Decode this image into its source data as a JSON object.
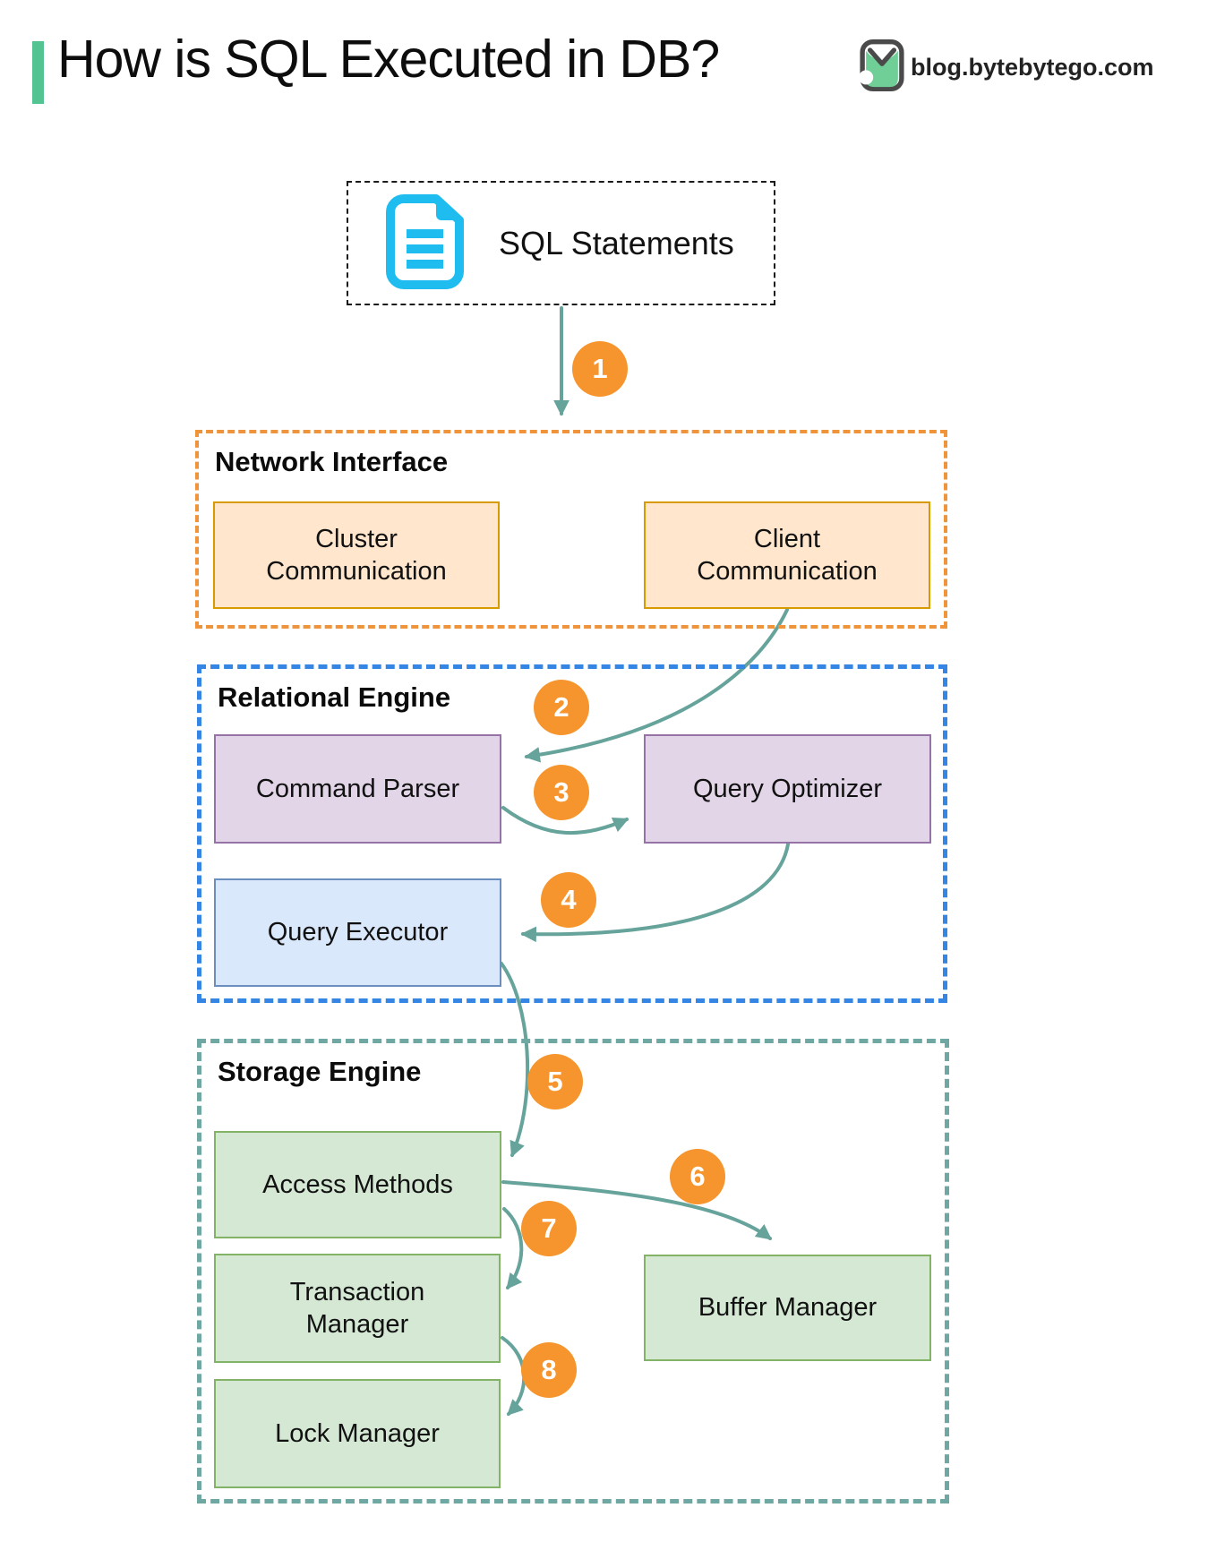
{
  "header": {
    "title": "How is SQL Executed in DB?",
    "accent_bar_color": "#54C392",
    "brand": {
      "icon": "bytebytego-logo-icon",
      "text": "blog.bytebytego.com"
    }
  },
  "diagram": {
    "source_box": {
      "icon": "sql-document-icon",
      "icon_color": "#1FBCF0",
      "label": "SQL Statements"
    },
    "arrow_color": "#66A39B",
    "step_badge_color": "#F6952D",
    "steps": [
      "1",
      "2",
      "3",
      "4",
      "5",
      "6",
      "7",
      "8"
    ],
    "sections": [
      {
        "title": "Network Interface",
        "border_color": "#F0943C",
        "boxes": [
          {
            "label": "Cluster Communication",
            "fill": "#FFE6CC",
            "stroke": "#D79B00"
          },
          {
            "label": "Client Communication",
            "fill": "#FFE6CC",
            "stroke": "#D79B00"
          }
        ]
      },
      {
        "title": "Relational Engine",
        "border_color": "#3485E4",
        "boxes": [
          {
            "label": "Command Parser",
            "fill": "#E1D5E7",
            "stroke": "#9673A6"
          },
          {
            "label": "Query Optimizer",
            "fill": "#E1D5E7",
            "stroke": "#9673A6"
          },
          {
            "label": "Query Executor",
            "fill": "#DAE8FC",
            "stroke": "#6C8EBF"
          }
        ]
      },
      {
        "title": "Storage Engine",
        "border_color": "#6FA8A3",
        "boxes": [
          {
            "label": "Access Methods",
            "fill": "#D5E8D4",
            "stroke": "#82B366"
          },
          {
            "label": "Transaction Manager",
            "fill": "#D5E8D4",
            "stroke": "#82B366"
          },
          {
            "label": "Lock Manager",
            "fill": "#D5E8D4",
            "stroke": "#82B366"
          },
          {
            "label": "Buffer Manager",
            "fill": "#D5E8D4",
            "stroke": "#82B366"
          }
        ]
      }
    ]
  }
}
